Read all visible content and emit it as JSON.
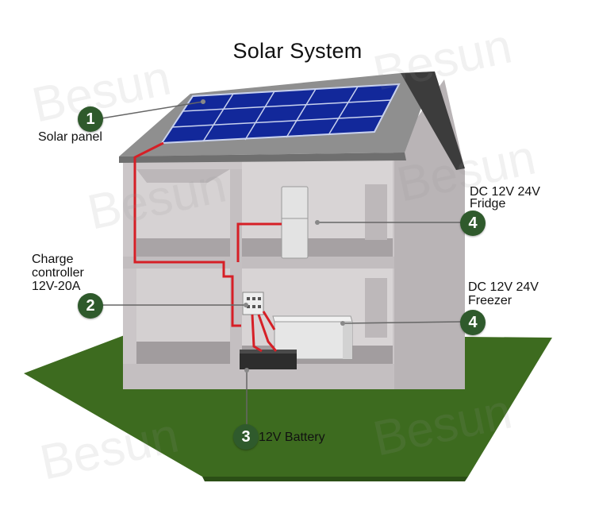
{
  "title": "Solar System",
  "watermark": "Besun",
  "callouts": [
    {
      "number": "1",
      "lines": [
        "Solar panel"
      ]
    },
    {
      "number": "2",
      "lines": [
        "Charge",
        "controller",
        "12V-20A"
      ]
    },
    {
      "number": "3",
      "lines": [
        "12V Battery"
      ]
    },
    {
      "number": "4",
      "lines": [
        "DC 12V 24V",
        "Fridge"
      ]
    },
    {
      "number": "4",
      "lines": [
        "DC 12V 24V",
        "Freezer"
      ]
    }
  ],
  "colors": {
    "badge": "#2f5a2c",
    "wire": "#d61f26",
    "grass": "#3d6b1f",
    "roof": "#8a8a8a",
    "wall": "#c7c2c4",
    "panel": "#12289a"
  }
}
